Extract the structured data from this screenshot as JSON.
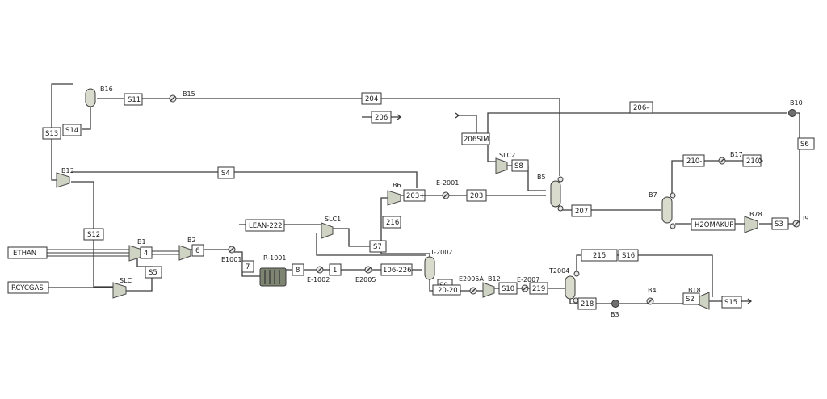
{
  "streams": [
    "ETHAN",
    "RCYCGAS",
    "S12",
    "S13",
    "S14",
    "S11",
    "204",
    "206",
    "206-",
    "206SIM",
    "S8",
    "S6",
    "S4",
    "203+",
    "203",
    "216",
    "S7",
    "LEAN-222",
    "4",
    "S5",
    "6",
    "7",
    "8",
    "1",
    "106-226",
    "S9",
    "20-20",
    "S10",
    "219",
    "218",
    "S2",
    "S15",
    "S16",
    "215",
    "207",
    "210-",
    "210",
    "H2OMAKUP",
    "S3"
  ],
  "blocks": [
    "B16",
    "B15",
    "B10",
    "SLC2",
    "B5",
    "B17",
    "B7",
    "B78",
    "I9",
    "B6",
    "E-2001",
    "SLC1",
    "B1",
    "B2",
    "E1001",
    "R-1001",
    "E-1002",
    "E2005",
    "T-2002",
    "SLC",
    "E2005A",
    "B12",
    "E-2007",
    "T2004",
    "B3",
    "B4",
    "B18",
    "B13"
  ]
}
